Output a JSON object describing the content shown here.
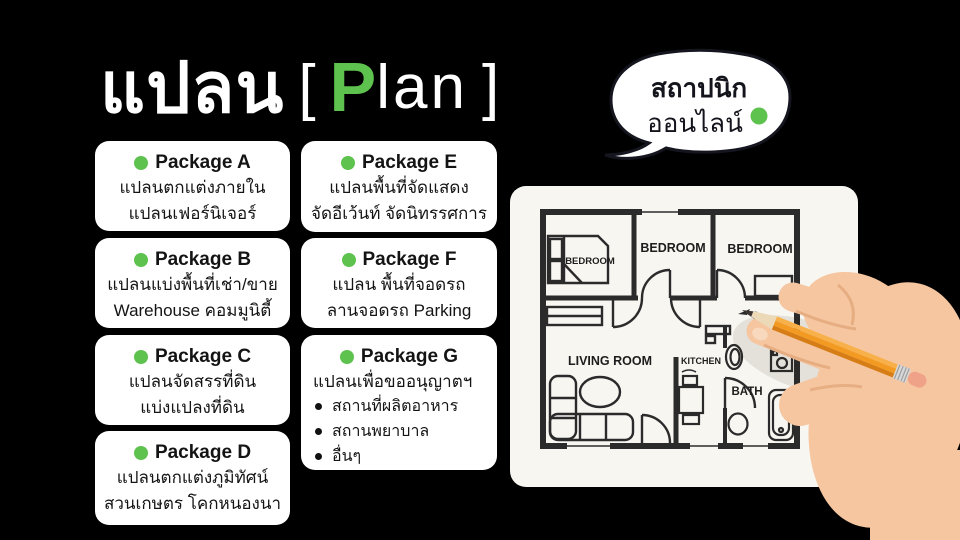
{
  "title": {
    "word_thai": "แปลน",
    "bracket_open": "[",
    "p_letter": "P",
    "lan": "lan",
    "bracket_close": "]"
  },
  "bubble": {
    "line1": "สถาปนิก",
    "line2": "ออนไลน์"
  },
  "packages": [
    {
      "header": "Package A",
      "lines": [
        "แปลนตกแต่งภายใน",
        "แปลนเฟอร์นิเจอร์"
      ]
    },
    {
      "header": "Package B",
      "lines": [
        "แปลนแบ่งพื้นที่เช่า/ขาย",
        "Warehouse คอมมูนิตี้"
      ]
    },
    {
      "header": "Package C",
      "lines": [
        "แปลนจัดสรรที่ดิน",
        "แบ่งแปลงที่ดิน"
      ]
    },
    {
      "header": "Package D",
      "lines": [
        "แปลนตกแต่งภูมิทัศน์",
        "สวนเกษตร โคกหนองนา"
      ]
    },
    {
      "header": "Package E",
      "lines": [
        "แปลนพื้นที่จัดแสดง",
        "จัดอีเว้นท์ จัดนิทรรศการ"
      ]
    },
    {
      "header": "Package F",
      "lines": [
        "แปลน พื้นที่จอดรถ",
        "ลานจอดรถ Parking"
      ]
    },
    {
      "header": "Package G",
      "intro": "แปลนเพื่อขออนุญาตฯ",
      "bullets": [
        "สถานที่ผลิตอาหาร",
        "สถานพยาบาล",
        "อื่นๆ"
      ]
    }
  ],
  "floor_plan": {
    "bedroom_bed_label": "BEDROOM",
    "bedroom2": "BEDROOM",
    "bedroom3": "BEDROOM",
    "living_room": "LIVING ROOM",
    "kitchen": "KITCHEN",
    "bath": "BATH"
  },
  "colors": {
    "background": "#000000",
    "card": "#ffffff",
    "accent_green": "#5ec24e",
    "text_dark": "#141414",
    "pencil_orange": "#f29a22",
    "skin": "#f5c6a0"
  }
}
